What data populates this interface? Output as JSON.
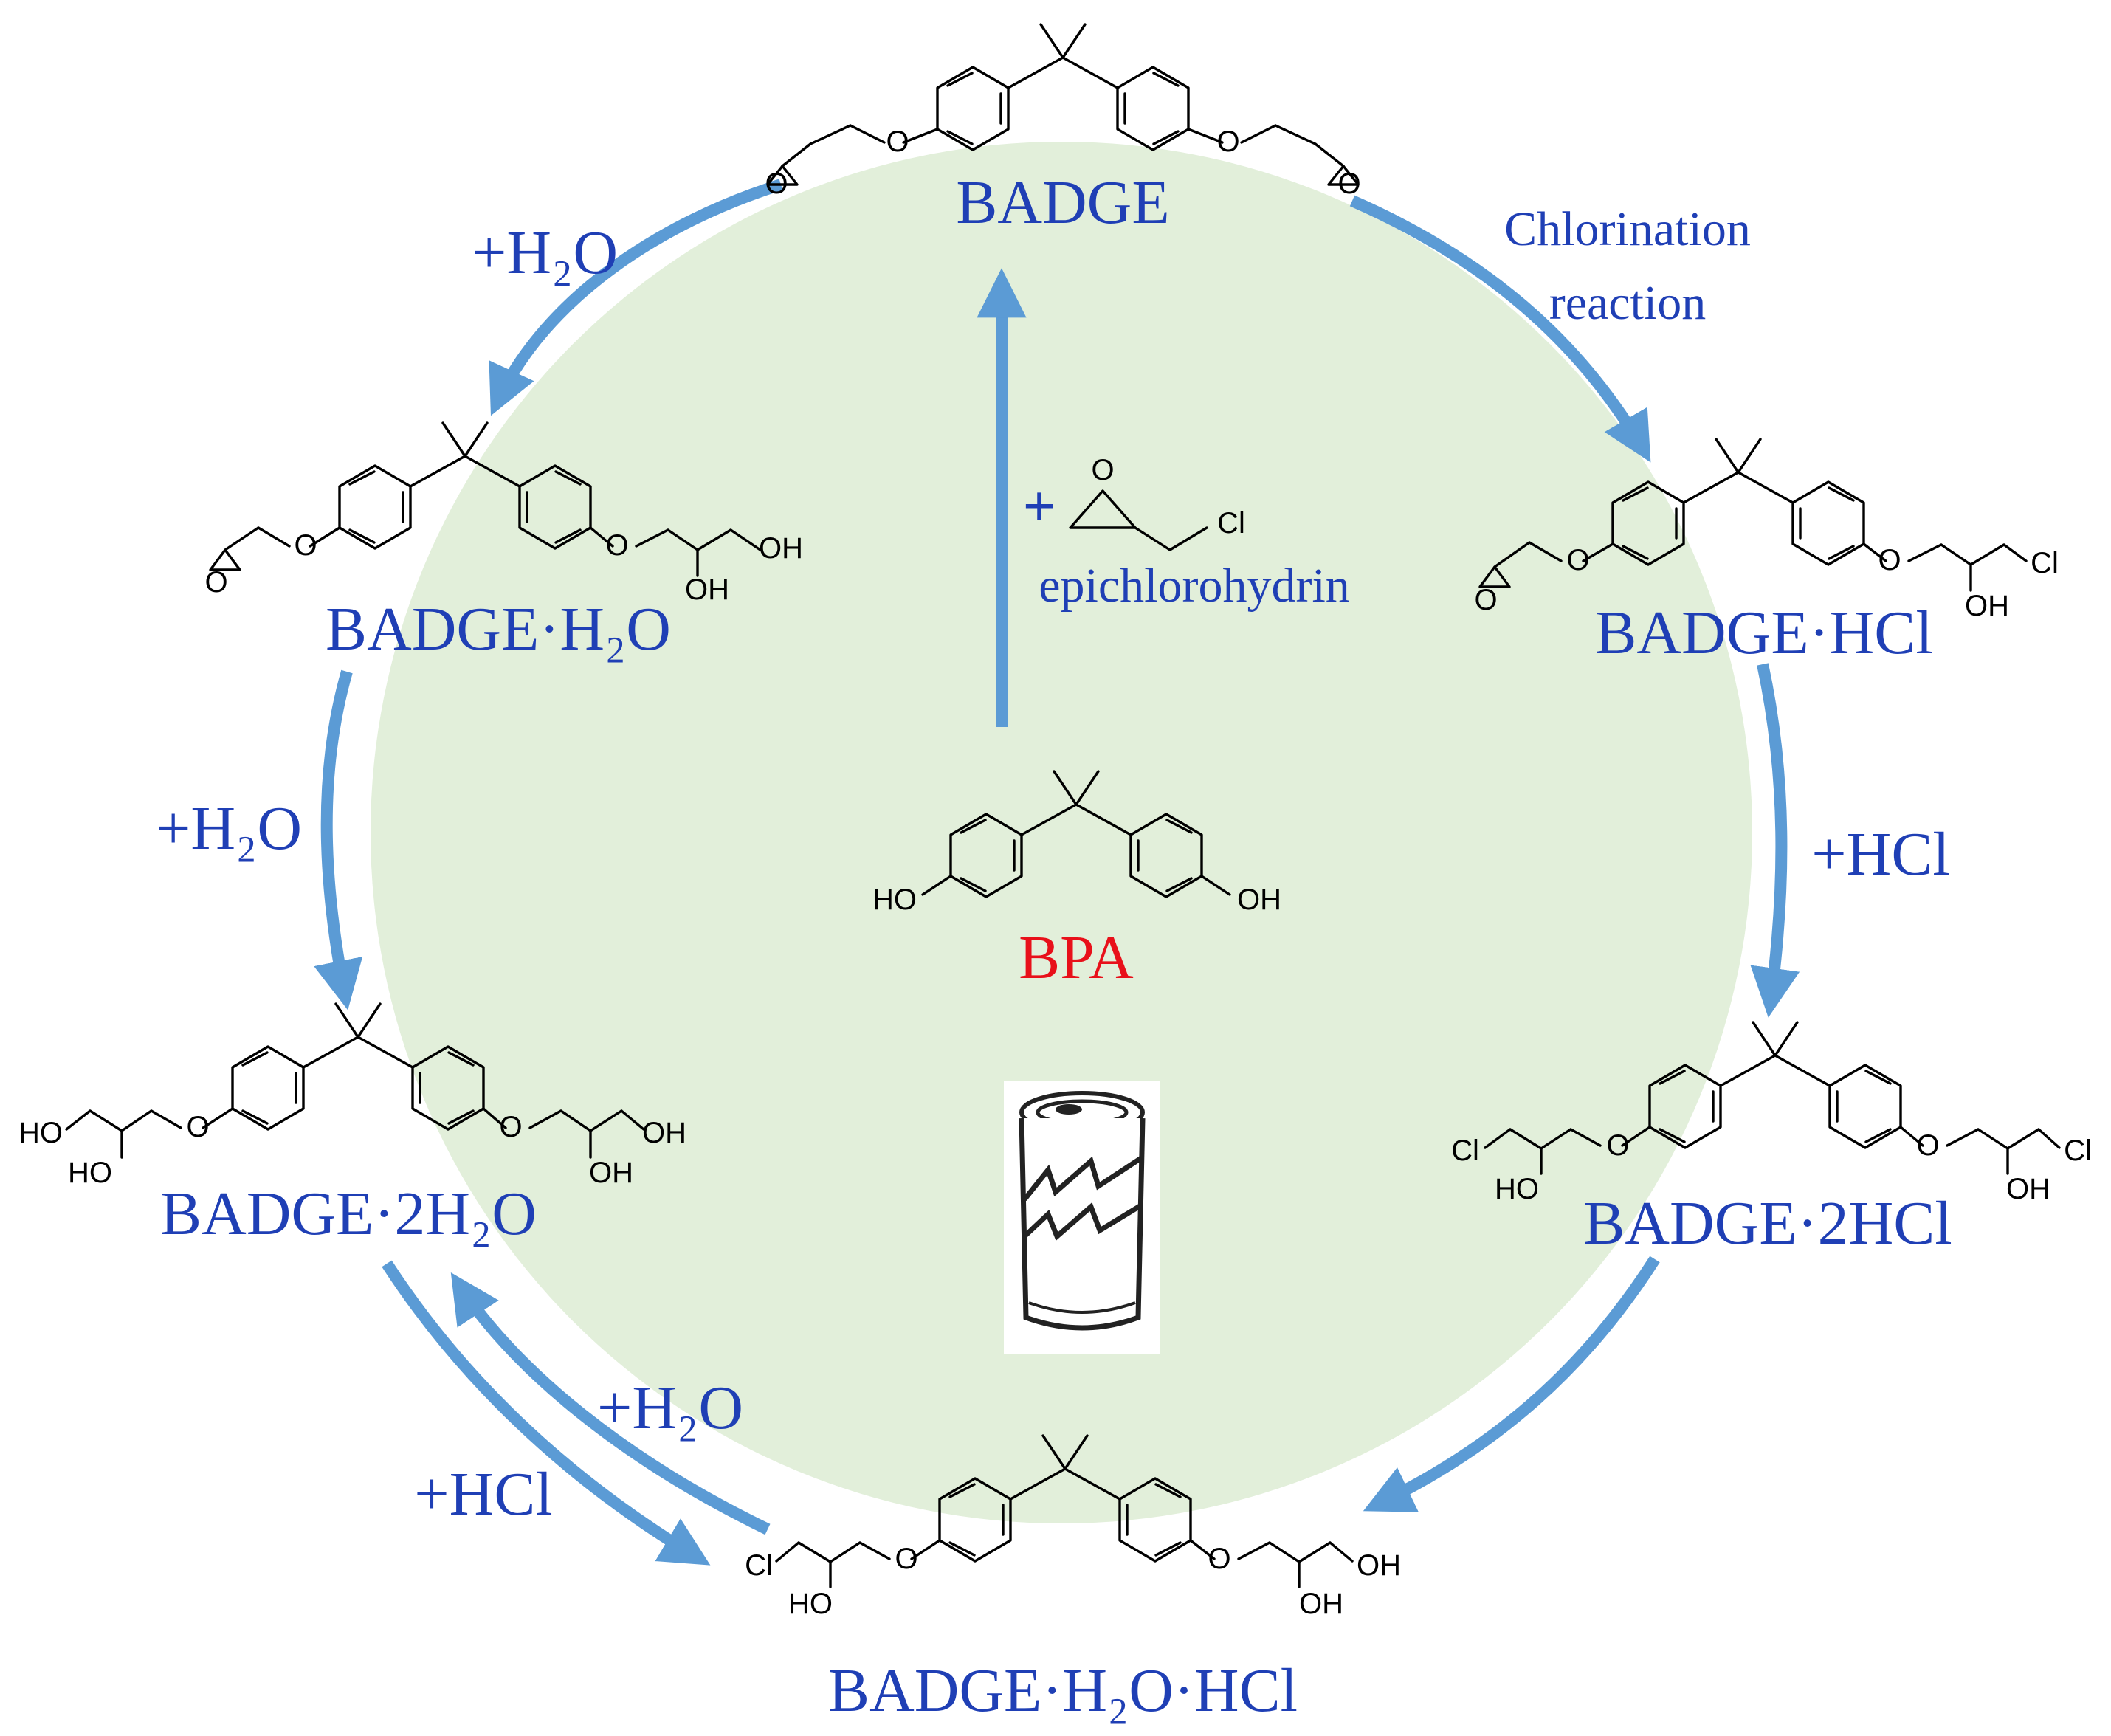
{
  "colors": {
    "circle_fill": "#e2efda",
    "arrow": "#5b9bd5",
    "label": "#1f3fb5",
    "bpa_label": "#e8101a",
    "structure": "#000000"
  },
  "compounds": {
    "badge": "BADGE",
    "badge_h2o": "BADGE·H₂O",
    "badge_hcl": "BADGE·HCl",
    "badge_2h2o": "BADGE·2H₂O",
    "badge_2hcl": "BADGE·2HCl",
    "badge_h2o_hcl": "BADGE·H₂O·HCl",
    "bpa": "BPA"
  },
  "reagents": {
    "plus_h2o": "+H₂O",
    "plus_hcl": "+HCl",
    "chlorination_line1": "Chlorination",
    "chlorination_line2": "reaction",
    "plus": "+",
    "epichlorohydrin": "epichlorohydrin"
  },
  "atoms": {
    "O": "O",
    "OH": "OH",
    "HO": "HO",
    "Cl": "Cl"
  },
  "icons": {
    "can": "soda-can-icon"
  }
}
